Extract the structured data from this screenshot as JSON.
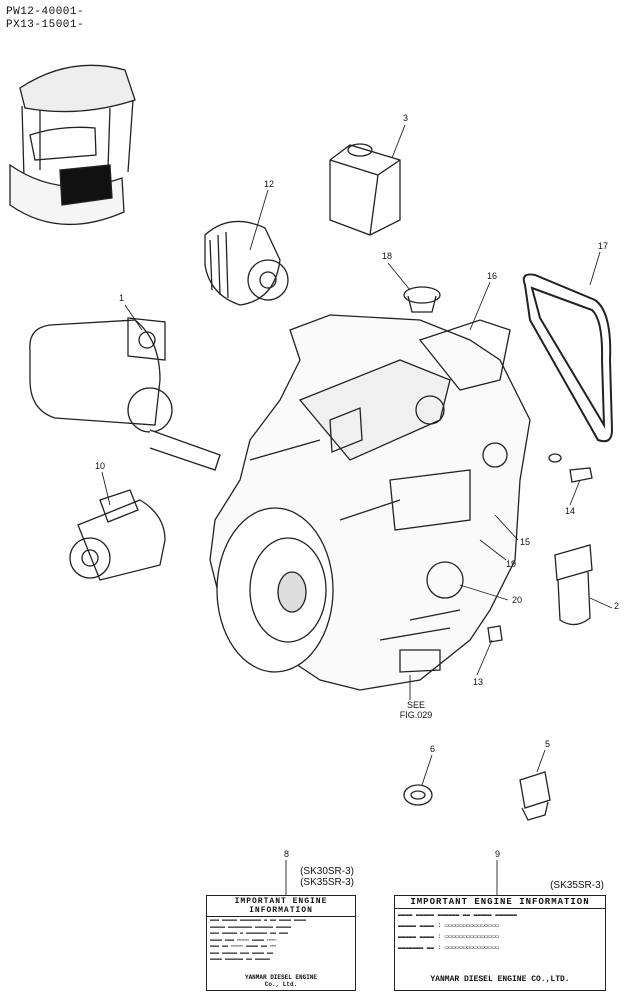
{
  "header": {
    "serial_1": "PW12-40001-",
    "serial_2": "PX13-15001-"
  },
  "callouts": {
    "p1": "1",
    "p2": "2",
    "p3": "3",
    "p5": "5",
    "p6": "6",
    "p8": "8",
    "p9": "9",
    "p10": "10",
    "p12": "12",
    "p13": "13",
    "p14": "14",
    "p15": "15",
    "p16": "16",
    "p17": "17",
    "p18": "18",
    "p19": "19",
    "p20": "20"
  },
  "notes": {
    "see_1": "SEE",
    "see_2": "FIG.029"
  },
  "models": {
    "plate8_model_1": "(SK30SR-3)",
    "plate8_model_2": "(SK35SR-3)",
    "plate9_model": "(SK35SR-3)"
  },
  "plate8": {
    "title": "IMPORTANT ENGINE INFORMATION",
    "footer_1": "YANMAR DIESEL ENGINE",
    "footer_2": "Co., Ltd."
  },
  "plate9": {
    "title": "IMPORTANT ENGINE INFORMATION",
    "footer": "YANMAR DIESEL ENGINE CO.,LTD."
  }
}
